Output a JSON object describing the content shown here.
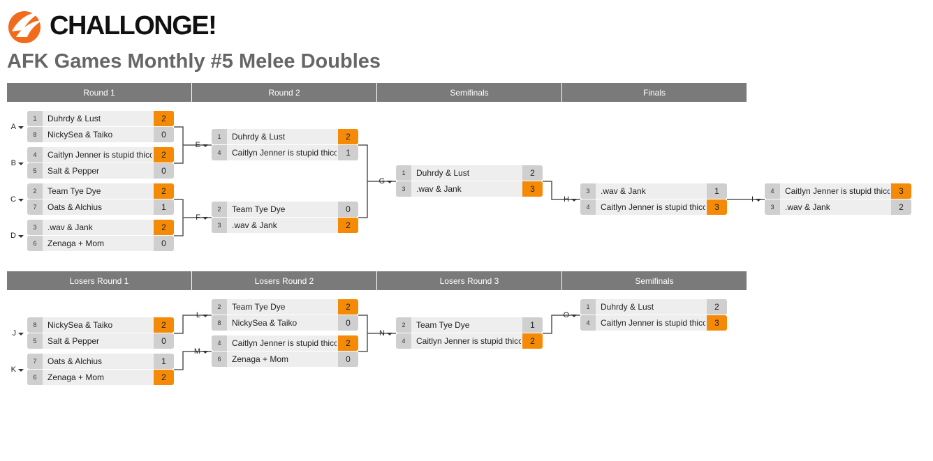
{
  "app": {
    "logo_text": "CHALLONGE!"
  },
  "tournament": {
    "title": "AFK Games Monthly #5 Melee Doubles"
  },
  "colors": {
    "header_bg": "#7a7a7a",
    "win": "#f58a07",
    "seed_bg": "#cfcfcf",
    "row_bg": "#eeeeee",
    "accent_logo": "#f26a1b"
  },
  "winners": {
    "rounds": [
      "Round 1",
      "Round 2",
      "Semifinals",
      "Finals"
    ],
    "matches": [
      {
        "id": "A",
        "p1": {
          "seed": "1",
          "name": "Duhrdy & Lust",
          "score": "2",
          "win": true
        },
        "p2": {
          "seed": "8",
          "name": "NickySea & Taiko",
          "score": "0",
          "win": false
        }
      },
      {
        "id": "B",
        "p1": {
          "seed": "4",
          "name": "Caitlyn Jenner is stupid thicc",
          "score": "2",
          "win": true
        },
        "p2": {
          "seed": "5",
          "name": "Salt & Pepper",
          "score": "0",
          "win": false
        }
      },
      {
        "id": "C",
        "p1": {
          "seed": "2",
          "name": "Team Tye Dye",
          "score": "2",
          "win": true
        },
        "p2": {
          "seed": "7",
          "name": "Oats & Alchius",
          "score": "1",
          "win": false
        }
      },
      {
        "id": "D",
        "p1": {
          "seed": "3",
          "name": ".wav & Jank",
          "score": "2",
          "win": true
        },
        "p2": {
          "seed": "6",
          "name": "Zenaga + Mom",
          "score": "0",
          "win": false
        }
      },
      {
        "id": "E",
        "p1": {
          "seed": "1",
          "name": "Duhrdy & Lust",
          "score": "2",
          "win": true
        },
        "p2": {
          "seed": "4",
          "name": "Caitlyn Jenner is stupid thicc",
          "score": "1",
          "win": false
        }
      },
      {
        "id": "F",
        "p1": {
          "seed": "2",
          "name": "Team Tye Dye",
          "score": "0",
          "win": false
        },
        "p2": {
          "seed": "3",
          "name": ".wav & Jank",
          "score": "2",
          "win": true
        }
      },
      {
        "id": "G",
        "p1": {
          "seed": "1",
          "name": "Duhrdy & Lust",
          "score": "2",
          "win": false
        },
        "p2": {
          "seed": "3",
          "name": ".wav & Jank",
          "score": "3",
          "win": true
        }
      },
      {
        "id": "H",
        "p1": {
          "seed": "3",
          "name": ".wav & Jank",
          "score": "1",
          "win": false
        },
        "p2": {
          "seed": "4",
          "name": "Caitlyn Jenner is stupid thicc",
          "score": "3",
          "win": true
        }
      },
      {
        "id": "I",
        "p1": {
          "seed": "4",
          "name": "Caitlyn Jenner is stupid thicc",
          "score": "3",
          "win": true
        },
        "p2": {
          "seed": "3",
          "name": ".wav & Jank",
          "score": "2",
          "win": false
        }
      }
    ]
  },
  "losers": {
    "rounds": [
      "Losers Round 1",
      "Losers Round 2",
      "Losers Round 3",
      "Semifinals"
    ],
    "matches": [
      {
        "id": "J",
        "p1": {
          "seed": "8",
          "name": "NickySea & Taiko",
          "score": "2",
          "win": true
        },
        "p2": {
          "seed": "5",
          "name": "Salt & Pepper",
          "score": "0",
          "win": false
        }
      },
      {
        "id": "K",
        "p1": {
          "seed": "7",
          "name": "Oats & Alchius",
          "score": "1",
          "win": false
        },
        "p2": {
          "seed": "6",
          "name": "Zenaga + Mom",
          "score": "2",
          "win": true
        }
      },
      {
        "id": "L",
        "p1": {
          "seed": "2",
          "name": "Team Tye Dye",
          "score": "2",
          "win": true
        },
        "p2": {
          "seed": "8",
          "name": "NickySea & Taiko",
          "score": "0",
          "win": false
        }
      },
      {
        "id": "M",
        "p1": {
          "seed": "4",
          "name": "Caitlyn Jenner is stupid thicc",
          "score": "2",
          "win": true
        },
        "p2": {
          "seed": "6",
          "name": "Zenaga + Mom",
          "score": "0",
          "win": false
        }
      },
      {
        "id": "N",
        "p1": {
          "seed": "2",
          "name": "Team Tye Dye",
          "score": "1",
          "win": false
        },
        "p2": {
          "seed": "4",
          "name": "Caitlyn Jenner is stupid thicc",
          "score": "2",
          "win": true
        }
      },
      {
        "id": "O",
        "p1": {
          "seed": "1",
          "name": "Duhrdy & Lust",
          "score": "2",
          "win": false
        },
        "p2": {
          "seed": "4",
          "name": "Caitlyn Jenner is stupid thicc",
          "score": "3",
          "win": true
        }
      }
    ]
  }
}
